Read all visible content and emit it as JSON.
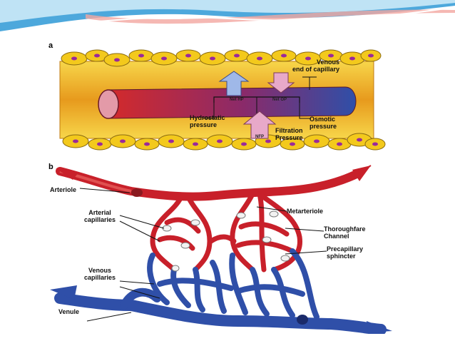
{
  "theme": {
    "swoosh_blue": "#3a9fd8",
    "swoosh_light": "#bfe3f5",
    "swoosh_pink": "#f2a6a0",
    "tissue_yellow": "#f3c91c",
    "tissue_orange": "#e79a1d",
    "vessel_red": "#c8202a",
    "vessel_blue": "#2f4fa8",
    "arrow_blue": "#9fb8e8",
    "arrow_pink": "#e8a9c9"
  },
  "panel_a": {
    "letter": "a",
    "labels": {
      "venous_end": "Venous\nend of capillary",
      "hydrostatic": "Hydrostatic\npressure",
      "osmotic": "Osmotic\npressure",
      "filtration": "Filtration\nPressure",
      "net_hp": "Net HP",
      "net_op": "Net OP",
      "nfp": "NFP"
    }
  },
  "panel_b": {
    "letter": "b",
    "labels": {
      "arteriole": "Arteriole",
      "metarteriole": "Metarteriole",
      "arterial_capillaries": "Arterial\ncapillaries",
      "thoroughfare": "Thoroughfare\nChannel",
      "precapillary": "Precapillary\nsphincter",
      "venous_capillaries": "Venous\ncapillaries",
      "venule": "Venule"
    }
  }
}
